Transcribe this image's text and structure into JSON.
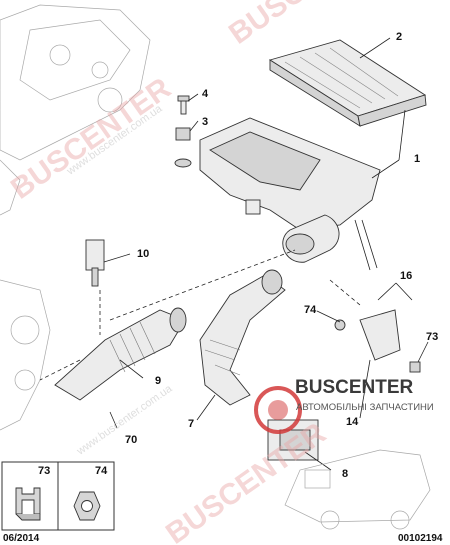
{
  "callouts": {
    "c1": "1",
    "c2": "2",
    "c3": "3",
    "c4": "4",
    "c7": "7",
    "c8": "8",
    "c9": "9",
    "c10": "10",
    "c14": "14",
    "c16": "16",
    "c70": "70",
    "c73": "73",
    "c74": "74"
  },
  "legend": {
    "box_a": "73",
    "box_b": "74"
  },
  "footer": {
    "date": "06/2014",
    "code": "00102194"
  },
  "watermark": {
    "brand_text": "BUSCENTER",
    "url_text": "www.buscenter.com.ua",
    "logo_title": "BUSCENTER",
    "logo_subtitle": "АВТОМОБІЛЬНІ ЗАПЧАСТИНИ"
  },
  "colors": {
    "watermark_red": "#d23a3a",
    "line": "#222222",
    "part_fill": "#ececec"
  }
}
